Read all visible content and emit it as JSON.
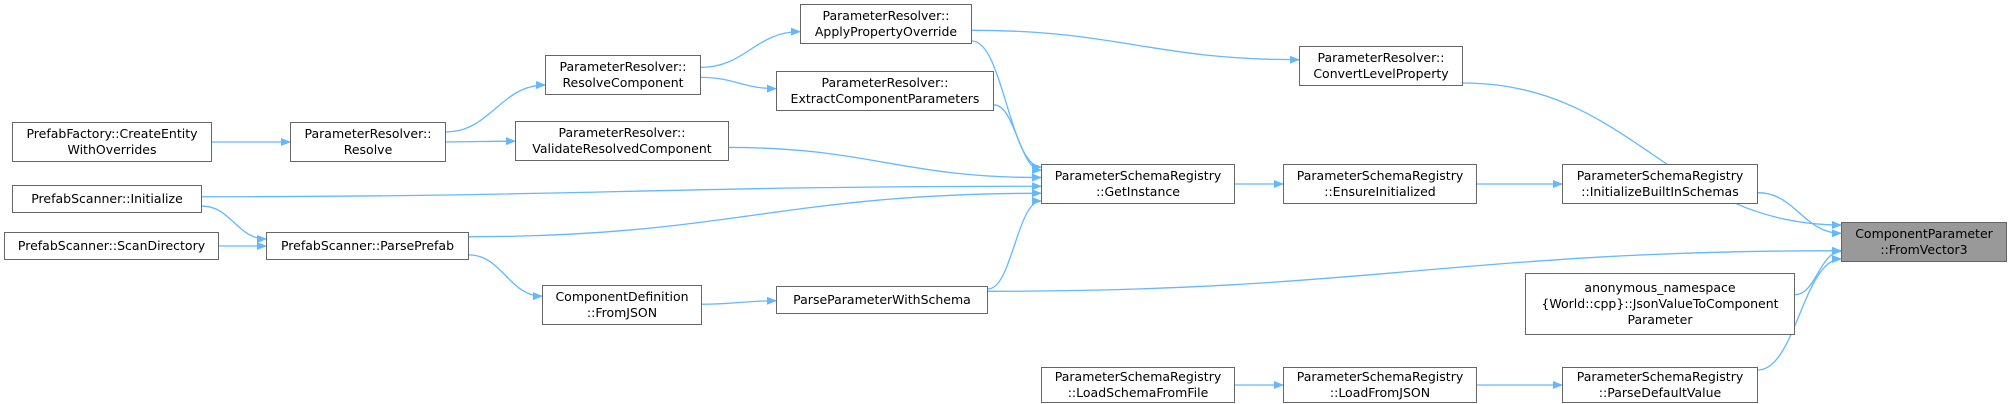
{
  "colors": {
    "edge": "#63b8ff",
    "node_border": "#666666",
    "node_fill": "#ffffff",
    "highlight_fill": "#999999"
  },
  "nodes": [
    {
      "id": "fromvector3",
      "lines": [
        "ComponentParameter",
        "::FromVector3"
      ],
      "highlight": true
    },
    {
      "id": "apply-property-override",
      "lines": [
        "ParameterResolver::",
        "ApplyPropertyOverride"
      ]
    },
    {
      "id": "convert-level-property",
      "lines": [
        "ParameterResolver::",
        "ConvertLevelProperty"
      ]
    },
    {
      "id": "resolve-component",
      "lines": [
        "ParameterResolver::",
        "ResolveComponent"
      ]
    },
    {
      "id": "extract-component-parameters",
      "lines": [
        "ParameterResolver::",
        "ExtractComponentParameters"
      ]
    },
    {
      "id": "create-entity-with-overrides",
      "lines": [
        "PrefabFactory::CreateEntity",
        "WithOverrides"
      ]
    },
    {
      "id": "resolve",
      "lines": [
        "ParameterResolver::",
        "Resolve"
      ]
    },
    {
      "id": "validate-resolved-component",
      "lines": [
        "ParameterResolver::",
        "ValidateResolvedComponent"
      ]
    },
    {
      "id": "get-instance",
      "lines": [
        "ParameterSchemaRegistry",
        "::GetInstance"
      ]
    },
    {
      "id": "ensure-initialized",
      "lines": [
        "ParameterSchemaRegistry",
        "::EnsureInitialized"
      ]
    },
    {
      "id": "initialize-builtin-schemas",
      "lines": [
        "ParameterSchemaRegistry",
        "::InitializeBuiltInSchemas"
      ]
    },
    {
      "id": "prefab-scanner-initialize",
      "lines": [
        "PrefabScanner::Initialize"
      ]
    },
    {
      "id": "scan-directory",
      "lines": [
        "PrefabScanner::ScanDirectory"
      ]
    },
    {
      "id": "parse-prefab",
      "lines": [
        "PrefabScanner::ParsePrefab"
      ]
    },
    {
      "id": "json-value-to-component-parameter",
      "lines": [
        "anonymous_namespace",
        "{World::cpp}::JsonValueToComponent",
        "Parameter"
      ]
    },
    {
      "id": "component-definition-from-json",
      "lines": [
        "ComponentDefinition",
        "::FromJSON"
      ]
    },
    {
      "id": "parse-parameter-with-schema",
      "lines": [
        "ParseParameterWithSchema"
      ]
    },
    {
      "id": "load-schema-from-file",
      "lines": [
        "ParameterSchemaRegistry",
        "::LoadSchemaFromFile"
      ]
    },
    {
      "id": "load-from-json",
      "lines": [
        "ParameterSchemaRegistry",
        "::LoadFromJSON"
      ]
    },
    {
      "id": "parse-default-value",
      "lines": [
        "ParameterSchemaRegistry",
        "::ParseDefaultValue"
      ]
    }
  ],
  "edges": [
    [
      "apply-property-override",
      "convert-level-property"
    ],
    [
      "convert-level-property",
      "fromvector3"
    ],
    [
      "resolve-component",
      "apply-property-override"
    ],
    [
      "resolve-component",
      "extract-component-parameters"
    ],
    [
      "create-entity-with-overrides",
      "resolve"
    ],
    [
      "resolve",
      "resolve-component"
    ],
    [
      "resolve",
      "validate-resolved-component"
    ],
    [
      "apply-property-override",
      "get-instance"
    ],
    [
      "extract-component-parameters",
      "get-instance"
    ],
    [
      "validate-resolved-component",
      "get-instance"
    ],
    [
      "prefab-scanner-initialize",
      "get-instance"
    ],
    [
      "parse-prefab",
      "get-instance"
    ],
    [
      "parse-parameter-with-schema",
      "get-instance"
    ],
    [
      "get-instance",
      "ensure-initialized"
    ],
    [
      "ensure-initialized",
      "initialize-builtin-schemas"
    ],
    [
      "initialize-builtin-schemas",
      "fromvector3"
    ],
    [
      "scan-directory",
      "parse-prefab"
    ],
    [
      "prefab-scanner-initialize",
      "parse-prefab"
    ],
    [
      "parse-prefab",
      "component-definition-from-json"
    ],
    [
      "component-definition-from-json",
      "parse-parameter-with-schema"
    ],
    [
      "parse-parameter-with-schema",
      "fromvector3"
    ],
    [
      "json-value-to-component-parameter",
      "fromvector3"
    ],
    [
      "load-schema-from-file",
      "load-from-json"
    ],
    [
      "load-from-json",
      "parse-default-value"
    ],
    [
      "parse-default-value",
      "fromvector3"
    ]
  ]
}
